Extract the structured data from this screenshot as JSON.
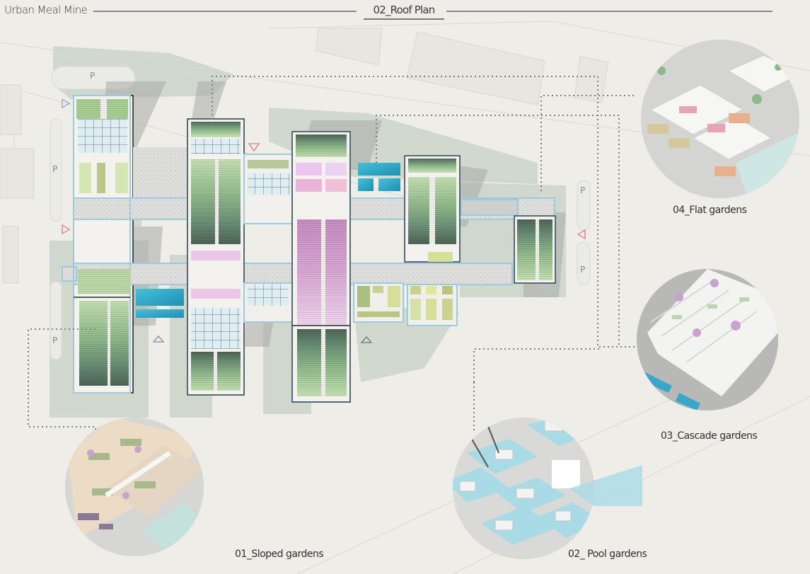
{
  "header": {
    "project_title": "Urban Meal Mine",
    "sheet_title": "02_Roof Plan"
  },
  "plan": {
    "parking_labels": [
      "P",
      "P",
      "P",
      "P",
      "P"
    ],
    "entrance_markers": [
      {
        "direction": "right",
        "color": "#8fa8c4"
      },
      {
        "direction": "right",
        "color": "#e07a82"
      },
      {
        "direction": "down",
        "color": "#e07a82"
      },
      {
        "direction": "left",
        "color": "#e07a82"
      },
      {
        "direction": "up",
        "color": "#7a8a9a"
      },
      {
        "direction": "up",
        "color": "#5f7a80"
      }
    ],
    "colors": {
      "background": "#eeede8",
      "landscape_green": "#cdd6cb",
      "building_outline": "#2a2a2a",
      "facade_blue": "#9ccbe0",
      "pool_blue": "#2fb0cc",
      "garden_green_light": "#bcd9a8",
      "garden_green_dark": "#5e7a62",
      "garden_pink": "#e4b7dc",
      "garden_magenta": "#b982b5",
      "garden_yellow": "#d6df9a",
      "paving_grey": "#dcdcda",
      "shadow_grey": "#a9aaa8",
      "leader_dots": "#7d7d7d"
    }
  },
  "vignettes": [
    {
      "id": "01",
      "caption": "01_Sloped gardens"
    },
    {
      "id": "02",
      "caption": "02_ Pool gardens"
    },
    {
      "id": "03",
      "caption": "03_Cascade gardens"
    },
    {
      "id": "04",
      "caption": "04_Flat gardens"
    }
  ]
}
